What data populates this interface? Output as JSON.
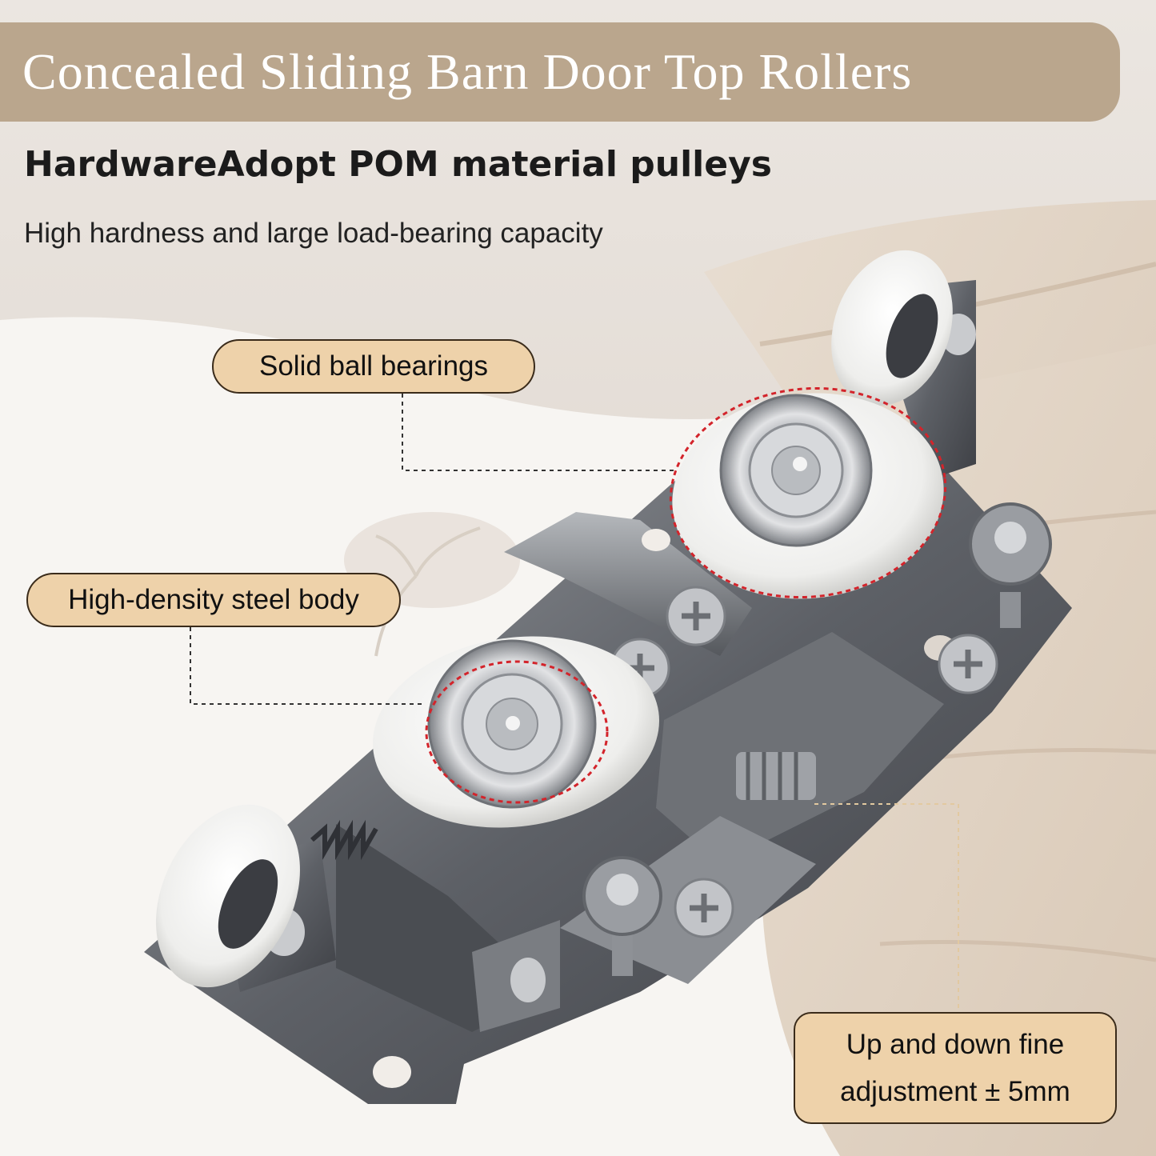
{
  "banner": {
    "title": "Concealed Sliding Barn Door Top Rollers"
  },
  "heading": "HardwareAdopt POM material pulleys",
  "subheading": "High hardness and large load-bearing capacity",
  "callouts": {
    "bearings": "Solid ball bearings",
    "body": "High-density steel body",
    "adjust_line1": "Up and down fine",
    "adjust_line2": "adjustment ± 5mm"
  },
  "colors": {
    "banner": "#baa68d",
    "callout_fill": "#eed2aa",
    "highlight_ring": "#d3242b"
  }
}
